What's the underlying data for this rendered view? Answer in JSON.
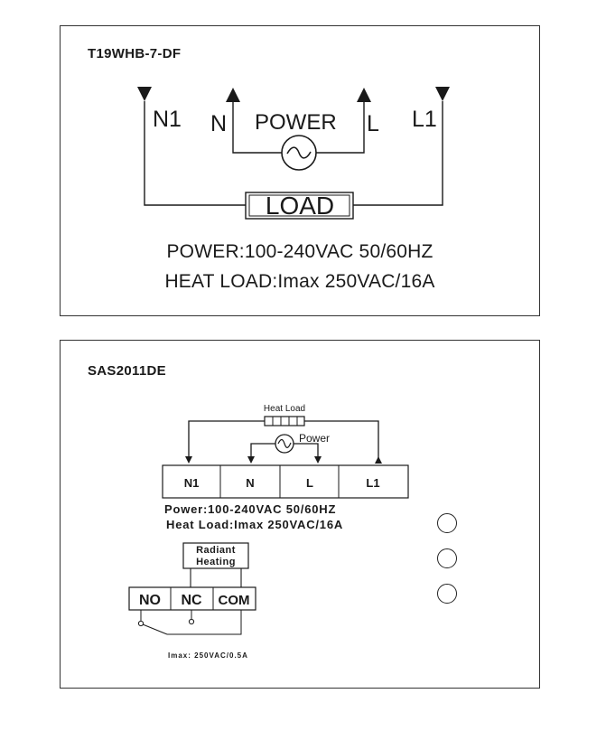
{
  "panel1": {
    "model": "T19WHB-7-DF",
    "terminals": [
      "N1",
      "N",
      "L",
      "L1"
    ],
    "power_label": "POWER",
    "power_symbol": "~",
    "load_label": "LOAD",
    "spec_power": "POWER:100-240VAC  50/60HZ",
    "spec_load": "HEAT LOAD:Imax 250VAC/16A"
  },
  "panel2": {
    "model": "SAS2011DE",
    "heat_load_label": "Heat Load",
    "power_label": "Power",
    "terminals": [
      "N1",
      "N",
      "L",
      "L1"
    ],
    "spec_power": "Power:100-240VAC 50/60HZ",
    "spec_load": "Heat Load:Imax 250VAC/16A",
    "radiant_label_1": "Radiant",
    "radiant_label_2": "Heating",
    "relay_terminals": [
      "NO",
      "NC",
      "COM"
    ],
    "relay_rating": "Imax: 250VAC/0.5A",
    "indicator_count": 3
  }
}
